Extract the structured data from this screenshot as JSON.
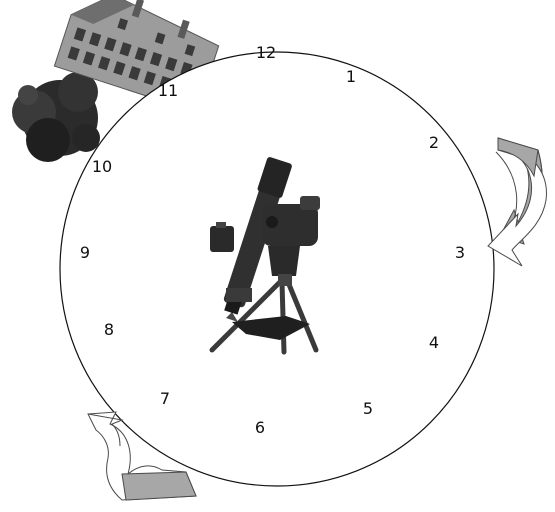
{
  "clock": {
    "hours": [
      "12",
      "1",
      "2",
      "3",
      "4",
      "5",
      "6",
      "7",
      "8",
      "9",
      "10",
      "11"
    ]
  },
  "images": {
    "telescope": "telescope-on-tripod-photo",
    "house": "house-with-tree-photo"
  },
  "arrows": {
    "right": "clockwise-rotation-arrow",
    "bottom_left": "clockwise-rotation-arrow"
  },
  "colors": {
    "circle": "#111111",
    "arrow_fill": "#a7a7a7",
    "arrow_stroke": "#4a4a4a"
  }
}
